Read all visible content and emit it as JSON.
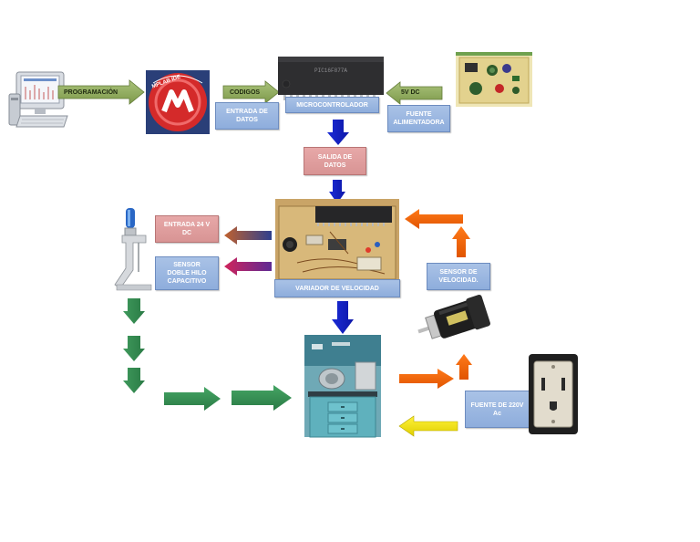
{
  "diagram": {
    "arrow_labels": {
      "programacion": "PROGRAMACIÓN",
      "codigos": "CODIGOS",
      "five_v_dc": "5V DC"
    },
    "boxes": {
      "entrada_datos": "ENTRADA DE\nDATOS",
      "microcontrolador": "MICROCONTROLADOR",
      "fuente_alimentadora": "FUENTE\nALIMENTADORA",
      "salida_datos": "SALIDA DE\nDATOS",
      "entrada_24v": "ENTRADA 24 V\nDC",
      "sensor_doble_hilo": "SENSOR\nDOBLE HILO\nCAPACITIVO",
      "variador_velocidad": "VARIADOR DE VELOCIDAD",
      "sensor_velocidad": "SENSOR DE\nVELOCIDAD.",
      "fuente_220v": "FUENTE DE 220V\nAc"
    },
    "chip_marking": "PIC16F877A",
    "logo_text": "MPLAB IDE"
  }
}
